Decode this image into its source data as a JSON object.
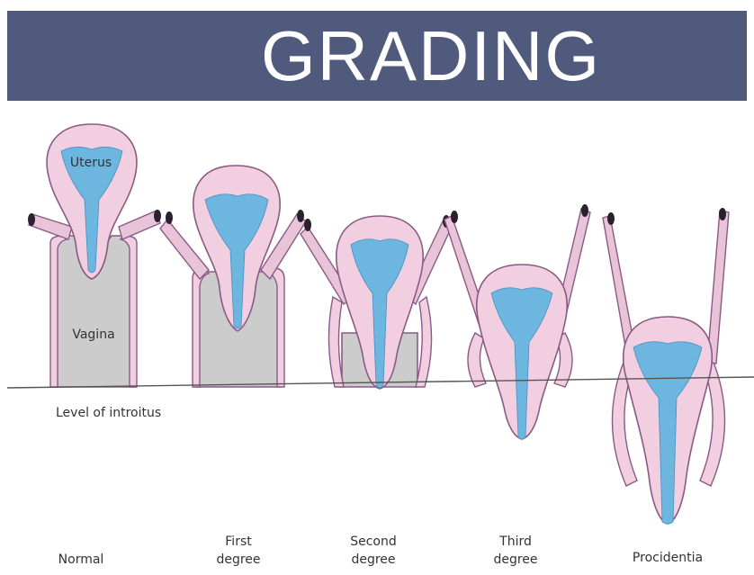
{
  "title": "GRADING",
  "labels": {
    "uterus": "Uterus",
    "vagina": "Vagina",
    "introitus": "Level of introitus"
  },
  "stages": [
    {
      "line1": "",
      "line2": "Normal"
    },
    {
      "line1": "First",
      "line2": "degree"
    },
    {
      "line1": "Second",
      "line2": "degree"
    },
    {
      "line1": "Third",
      "line2": "degree"
    },
    {
      "line1": "",
      "line2": "Procidentia"
    }
  ],
  "colors": {
    "header": "#505a7d",
    "tissue": "#f1cfe1",
    "cavity": "#6cb6e0",
    "vagina_fill": "#cccccc",
    "outline": "#8a5a86",
    "ligament_tip": "#2a2030"
  }
}
